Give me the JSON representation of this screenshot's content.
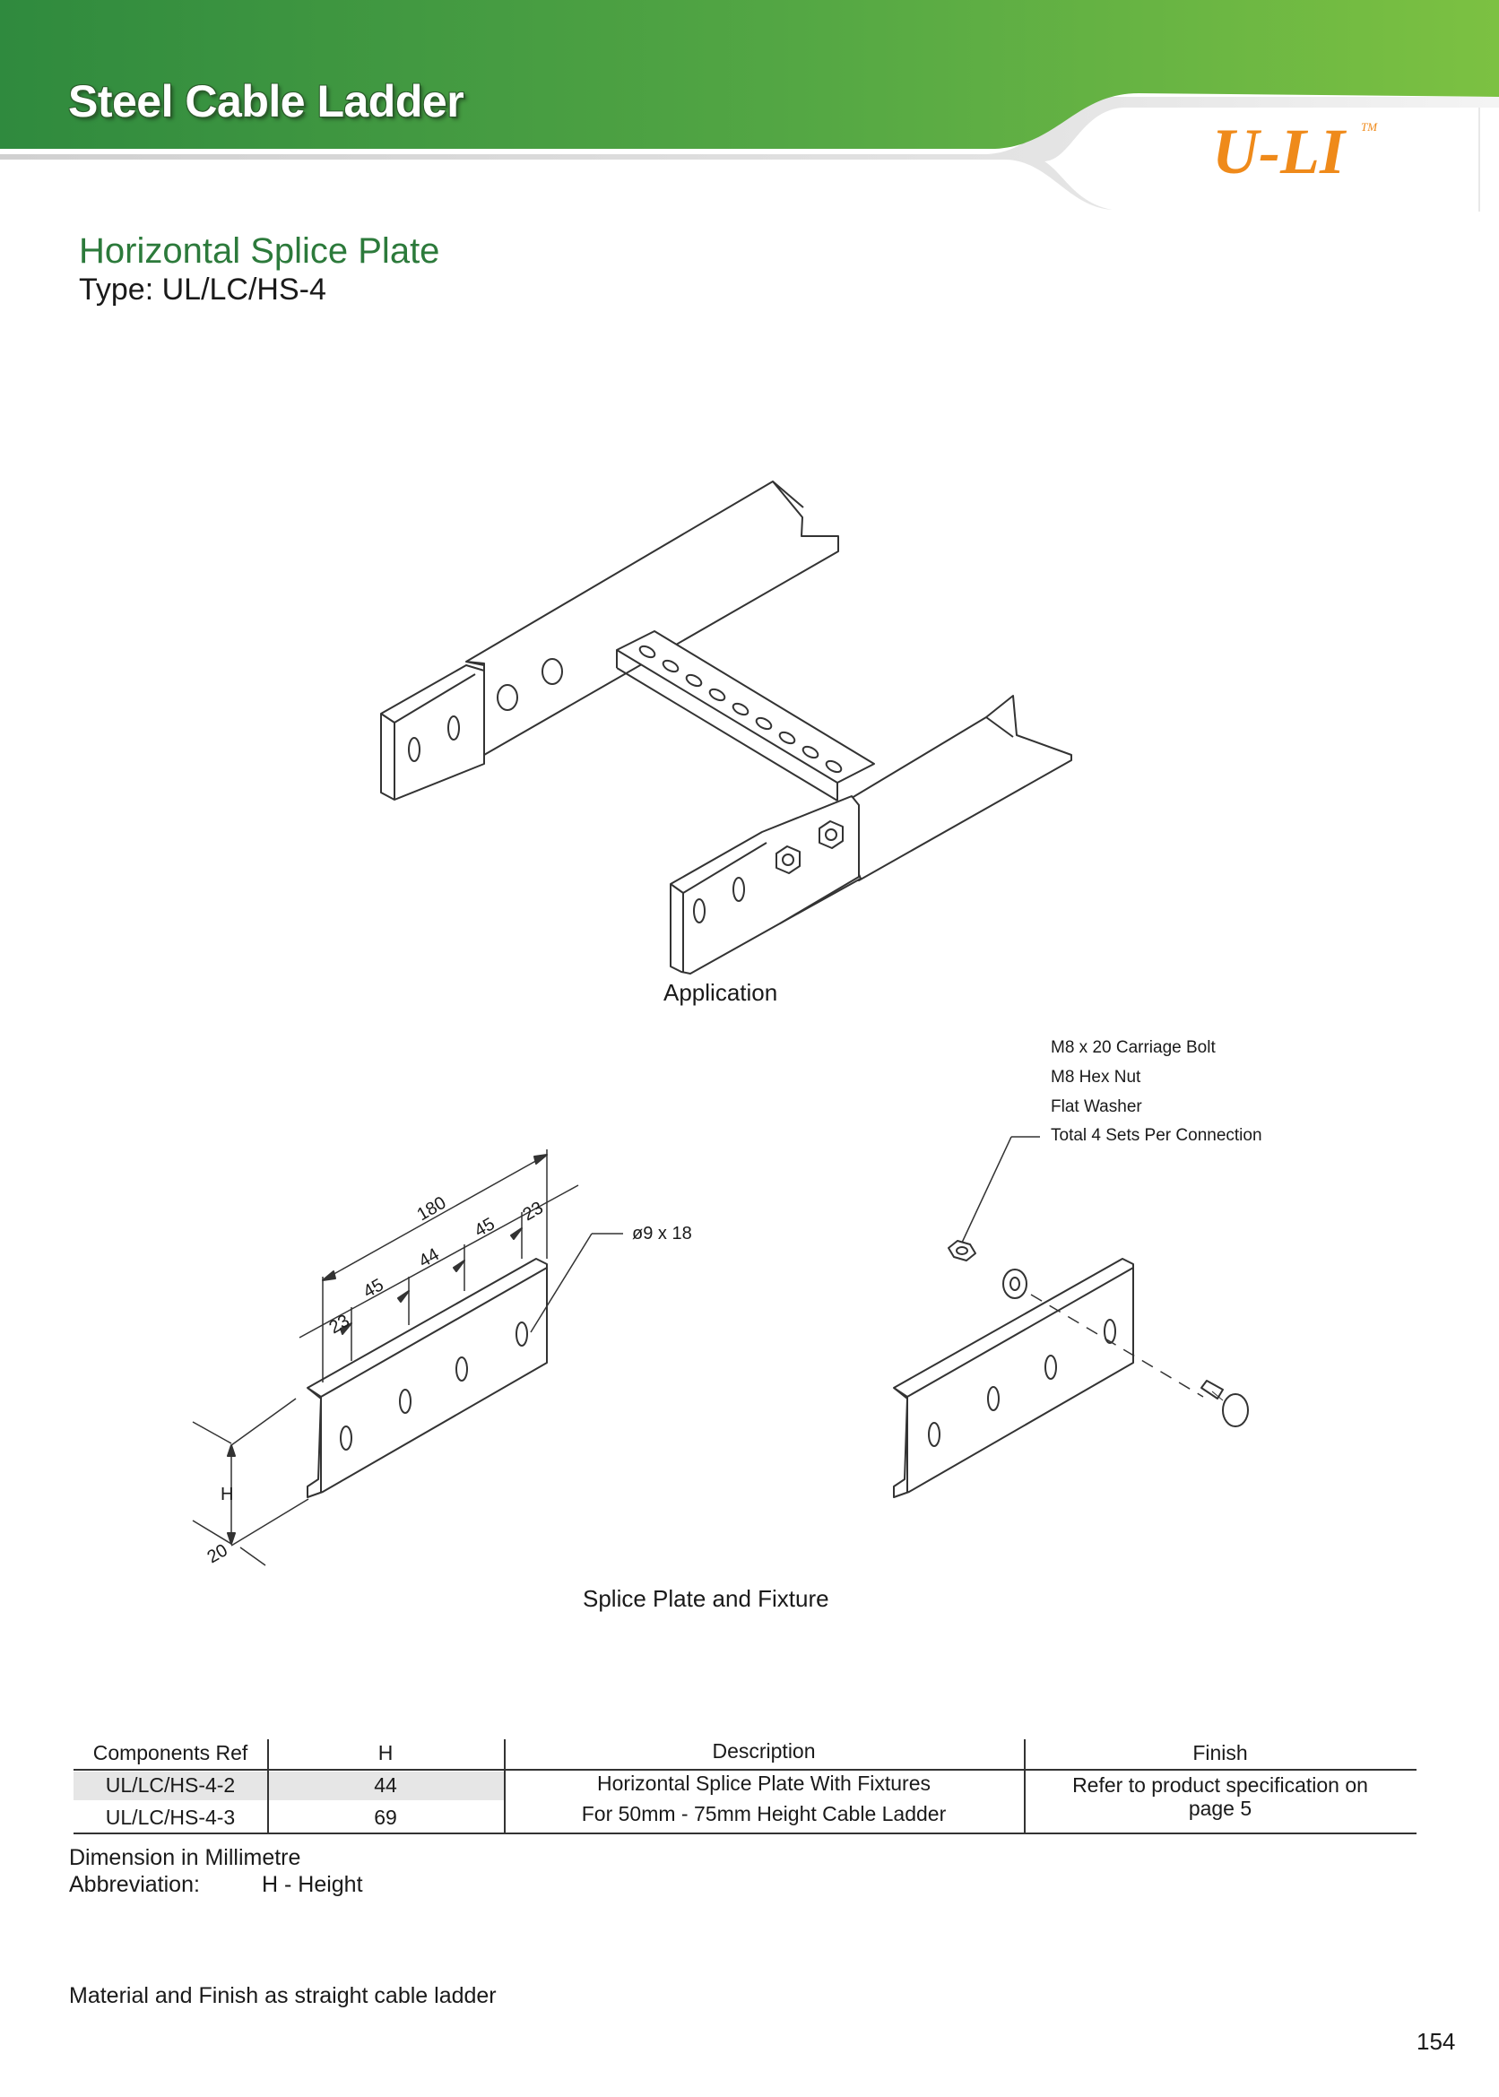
{
  "header": {
    "title": "Steel Cable Ladder",
    "brand": "U-LI",
    "brand_tm": "TM",
    "colors": {
      "green_dark": "#2f8a3e",
      "green_light": "#7cc142",
      "brand_orange": "#ef8a1a"
    }
  },
  "section": {
    "title": "Horizontal Splice Plate",
    "type": "Type: UL/LC/HS-4"
  },
  "figures": {
    "application_caption": "Application",
    "splice_caption": "Splice Plate and Fixture",
    "dimensions": {
      "overall": "180",
      "seg_a": "23",
      "seg_b": "45",
      "seg_c": "44",
      "seg_d": "45",
      "seg_e": "23",
      "hole": "ø9 x 18",
      "height": "H",
      "flange": "20"
    },
    "fixture_labels": [
      "M8 x 20 Carriage Bolt",
      "M8 Hex Nut",
      "Flat Washer",
      "Total 4 Sets Per Connection"
    ]
  },
  "table": {
    "headers": [
      "Components Ref",
      "H",
      "Description",
      "Finish"
    ],
    "rows": [
      {
        "ref": "UL/LC/HS-4-2",
        "h": "44"
      },
      {
        "ref": "UL/LC/HS-4-3",
        "h": "69"
      }
    ],
    "description_lines": [
      "Horizontal Splice Plate With Fixtures",
      "For 50mm - 75mm Height Cable Ladder"
    ],
    "finish_lines": [
      "Refer to product specification on",
      "page 5"
    ]
  },
  "notes": {
    "dimension": "Dimension in Millimetre",
    "abbreviation_label": "Abbreviation:",
    "abbreviation_value": "H - Height",
    "material": "Material and Finish as straight cable ladder"
  },
  "page_number": "154"
}
